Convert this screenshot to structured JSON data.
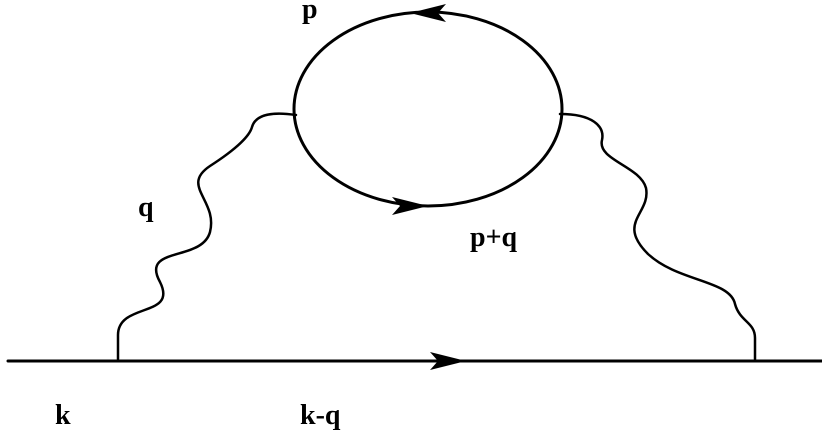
{
  "diagram": {
    "labels": {
      "loop_top_momentum": "p",
      "loop_bottom_momentum": "p+q",
      "photon_momentum": "q",
      "incoming_momentum": "k",
      "internal_momentum": "k-q"
    },
    "colors": {
      "stroke": "#000000",
      "background": "#ffffff"
    }
  }
}
